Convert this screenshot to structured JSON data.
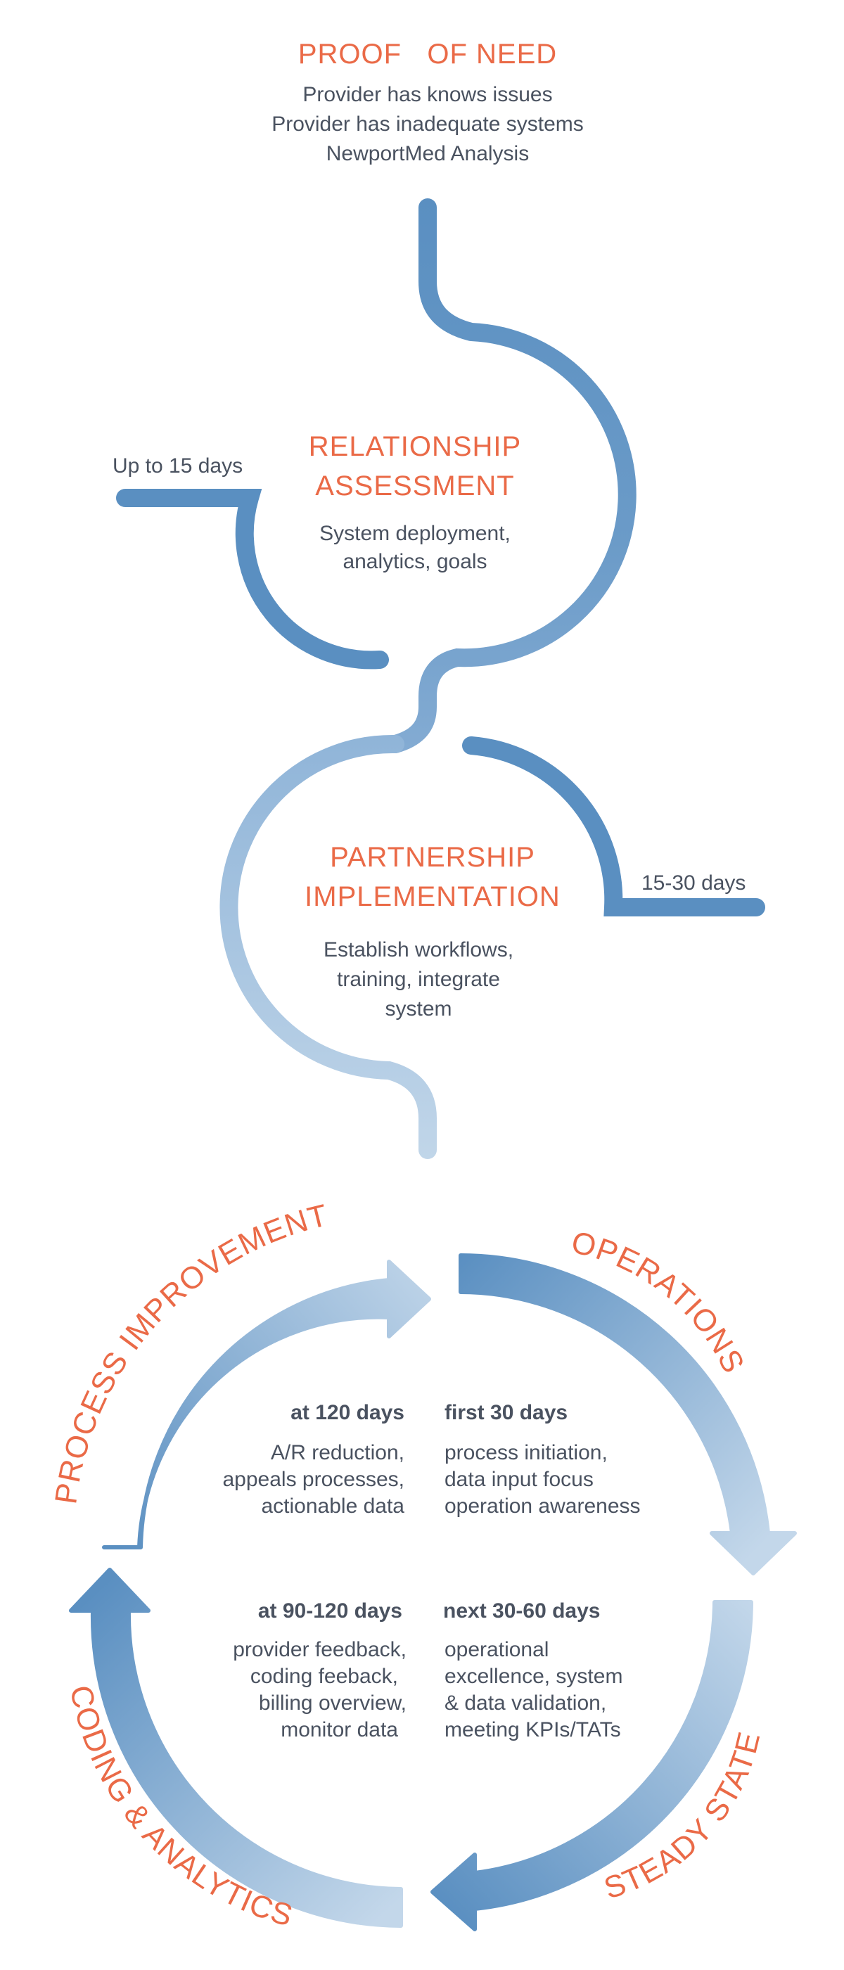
{
  "proof_of_need": {
    "title": "PROOF   OF NEED",
    "lines": [
      "Provider has knows issues",
      "Provider has inadequate systems",
      "NewportMed Analysis"
    ]
  },
  "relationship": {
    "title_lines": [
      "RELATIONSHIP",
      "ASSESSMENT"
    ],
    "desc_lines": [
      "System deployment,",
      "analytics, goals"
    ],
    "duration": "Up to 15 days"
  },
  "partnership": {
    "title_lines": [
      "PARTNERSHIP",
      "IMPLEMENTATION"
    ],
    "desc_lines": [
      "Establish workflows,",
      "training, integrate",
      "system"
    ],
    "duration": "15-30 days"
  },
  "cycle": {
    "operations": {
      "label": "OPERATIONS",
      "heading": "first 30 days",
      "lines": [
        "process initiation,",
        "data input focus",
        "operation awareness"
      ]
    },
    "steady_state": {
      "label": "STEADY STATE",
      "heading": "next 30-60 days",
      "lines": [
        "operational",
        "excellence, system",
        "& data validation,",
        "meeting KPIs/TATs"
      ]
    },
    "coding_analytics": {
      "label": "CODING & ANALYTICS",
      "heading": "at 90-120 days",
      "lines": [
        "provider feedback,",
        "coding feeback,",
        "billing overview,",
        "monitor data"
      ]
    },
    "process_improvement": {
      "label": "PROCESS IMPROVEMENT",
      "heading": "at 120 days",
      "lines": [
        "A/R reduction,",
        "appeals processes,",
        "actionable data"
      ]
    }
  },
  "colors": {
    "accent": "#ea6a47",
    "text": "#4a5260",
    "blue_dark": "#5b8fc0",
    "blue_light": "#c1d6e9"
  }
}
